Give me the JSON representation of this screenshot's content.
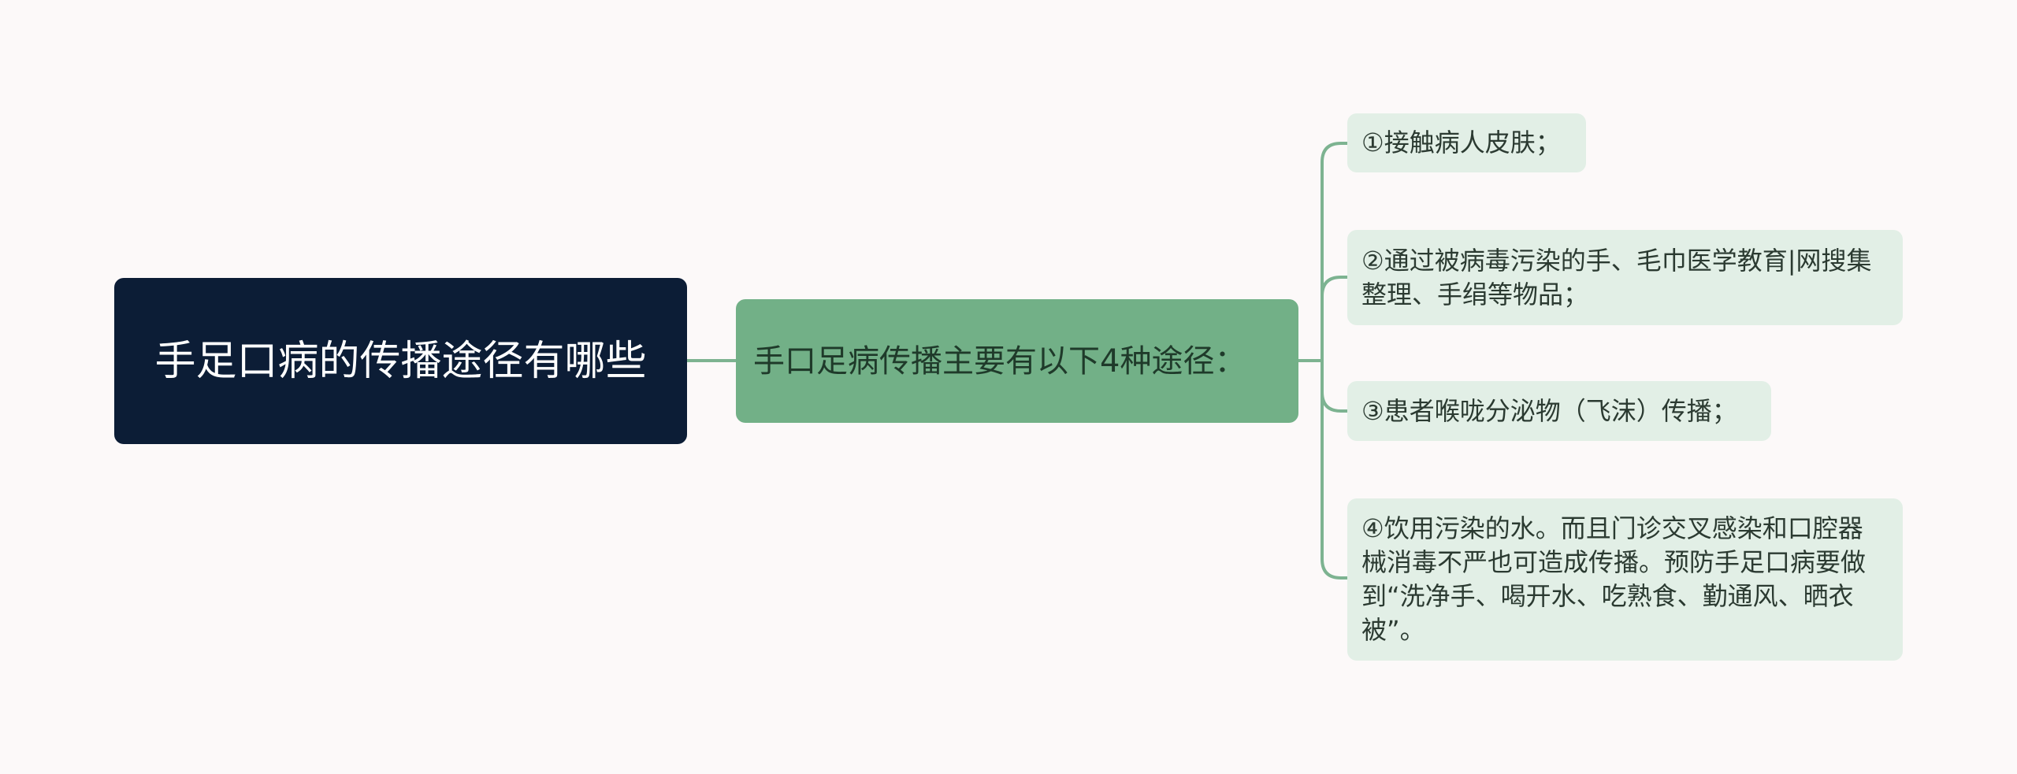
{
  "mindmap": {
    "root": {
      "label": "手足口病的传播途径有哪些"
    },
    "main": {
      "label": "手口足病传播主要有以下4种途径："
    },
    "leaves": [
      {
        "label": "①接触病人皮肤；"
      },
      {
        "label": "②通过被病毒污染的手、毛巾医学教育|网搜集整理、手绢等物品；"
      },
      {
        "label": "③患者喉咙分泌物（飞沫）传播；"
      },
      {
        "label": "④饮用污染的水。而且门诊交叉感染和口腔器械消毒不严也可造成传播。预防手足口病要做到“洗净手、喝开水、吃熟食、勤通风、晒衣被”。"
      }
    ]
  },
  "colors": {
    "background": "#fcf9f9",
    "root_fill": "#0c1d36",
    "root_text": "#ffffff",
    "main_fill": "#72b087",
    "main_text": "#1f3a2a",
    "leaf_fill": "#e2efe6",
    "leaf_text": "#2b3a31",
    "connector": "#7db391"
  }
}
